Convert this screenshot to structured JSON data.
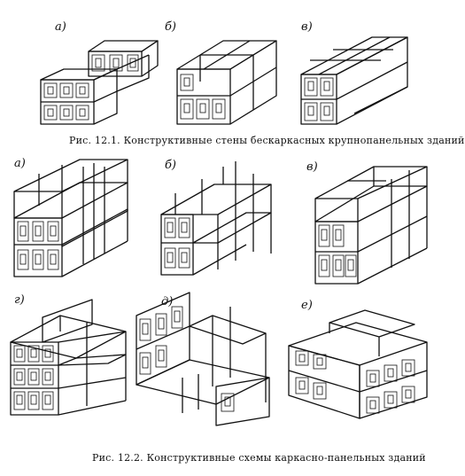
{
  "figure1": {
    "caption": "Рис. 12.1. Конструктивные стены бескаркасных крупнопанельных зданий",
    "labels": [
      "а)",
      "б)",
      "в)"
    ]
  },
  "figure2": {
    "caption": "Рис. 12.2. Конструктивные схемы каркасно-панельных зданий",
    "labels": [
      "а)",
      "б)",
      "в)",
      "г)",
      "д)",
      "е)"
    ]
  }
}
